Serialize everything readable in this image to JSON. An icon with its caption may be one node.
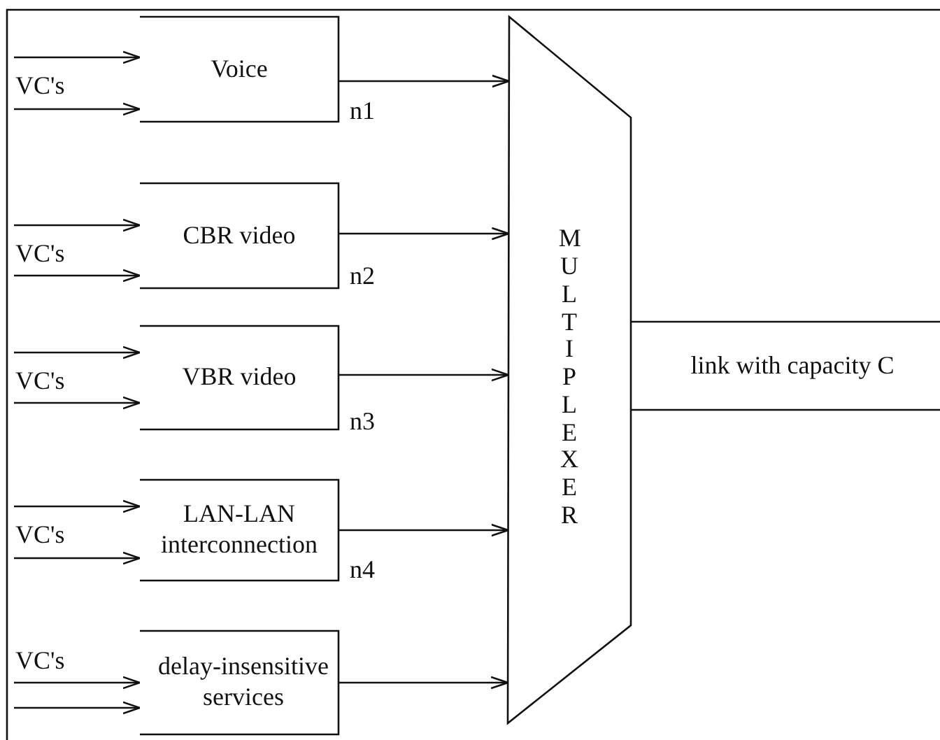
{
  "diagram": {
    "nodes": [
      {
        "text": [
          "Voice"
        ],
        "beside": [
          "n1"
        ]
      },
      {
        "text": [
          "CBR video"
        ],
        "beside": [
          "n2"
        ]
      },
      {
        "text": [
          "VBR video"
        ],
        "beside": [
          "n3"
        ]
      },
      {
        "text": [
          "LAN-LAN interconnection"
        ],
        "beside": [
          "n4"
        ]
      },
      {
        "text": [
          "delay-insensitive services"
        ]
      },
      {
        "text": [
          "MULTIPLEXER"
        ]
      },
      {
        "text": [
          "link with capacity C"
        ]
      }
    ],
    "edges": [
      {
        "from": null,
        "to": 0,
        "arrow": "to"
      },
      {
        "from": null,
        "to": 0,
        "arrow": "to"
      },
      {
        "from": null,
        "to": 1,
        "arrow": "to"
      },
      {
        "from": null,
        "to": 1,
        "arrow": "to"
      },
      {
        "from": null,
        "to": 2,
        "arrow": "to"
      },
      {
        "from": null,
        "to": 2,
        "arrow": "to"
      },
      {
        "from": null,
        "to": 3,
        "arrow": "to"
      },
      {
        "from": null,
        "to": 3,
        "arrow": "to"
      },
      {
        "from": null,
        "to": 4,
        "arrow": "to"
      },
      {
        "from": null,
        "to": 4,
        "arrow": "to"
      },
      {
        "from": 0,
        "to": 5,
        "arrow": "to"
      },
      {
        "from": 1,
        "to": 5,
        "arrow": "to"
      },
      {
        "from": 2,
        "to": 5,
        "arrow": "to"
      },
      {
        "from": 3,
        "to": 5,
        "arrow": "to"
      },
      {
        "from": 4,
        "to": 5,
        "arrow": "to"
      }
    ],
    "labels": [
      "VC's",
      "VC's",
      "VC's",
      "VC's",
      "VC's"
    ]
  }
}
